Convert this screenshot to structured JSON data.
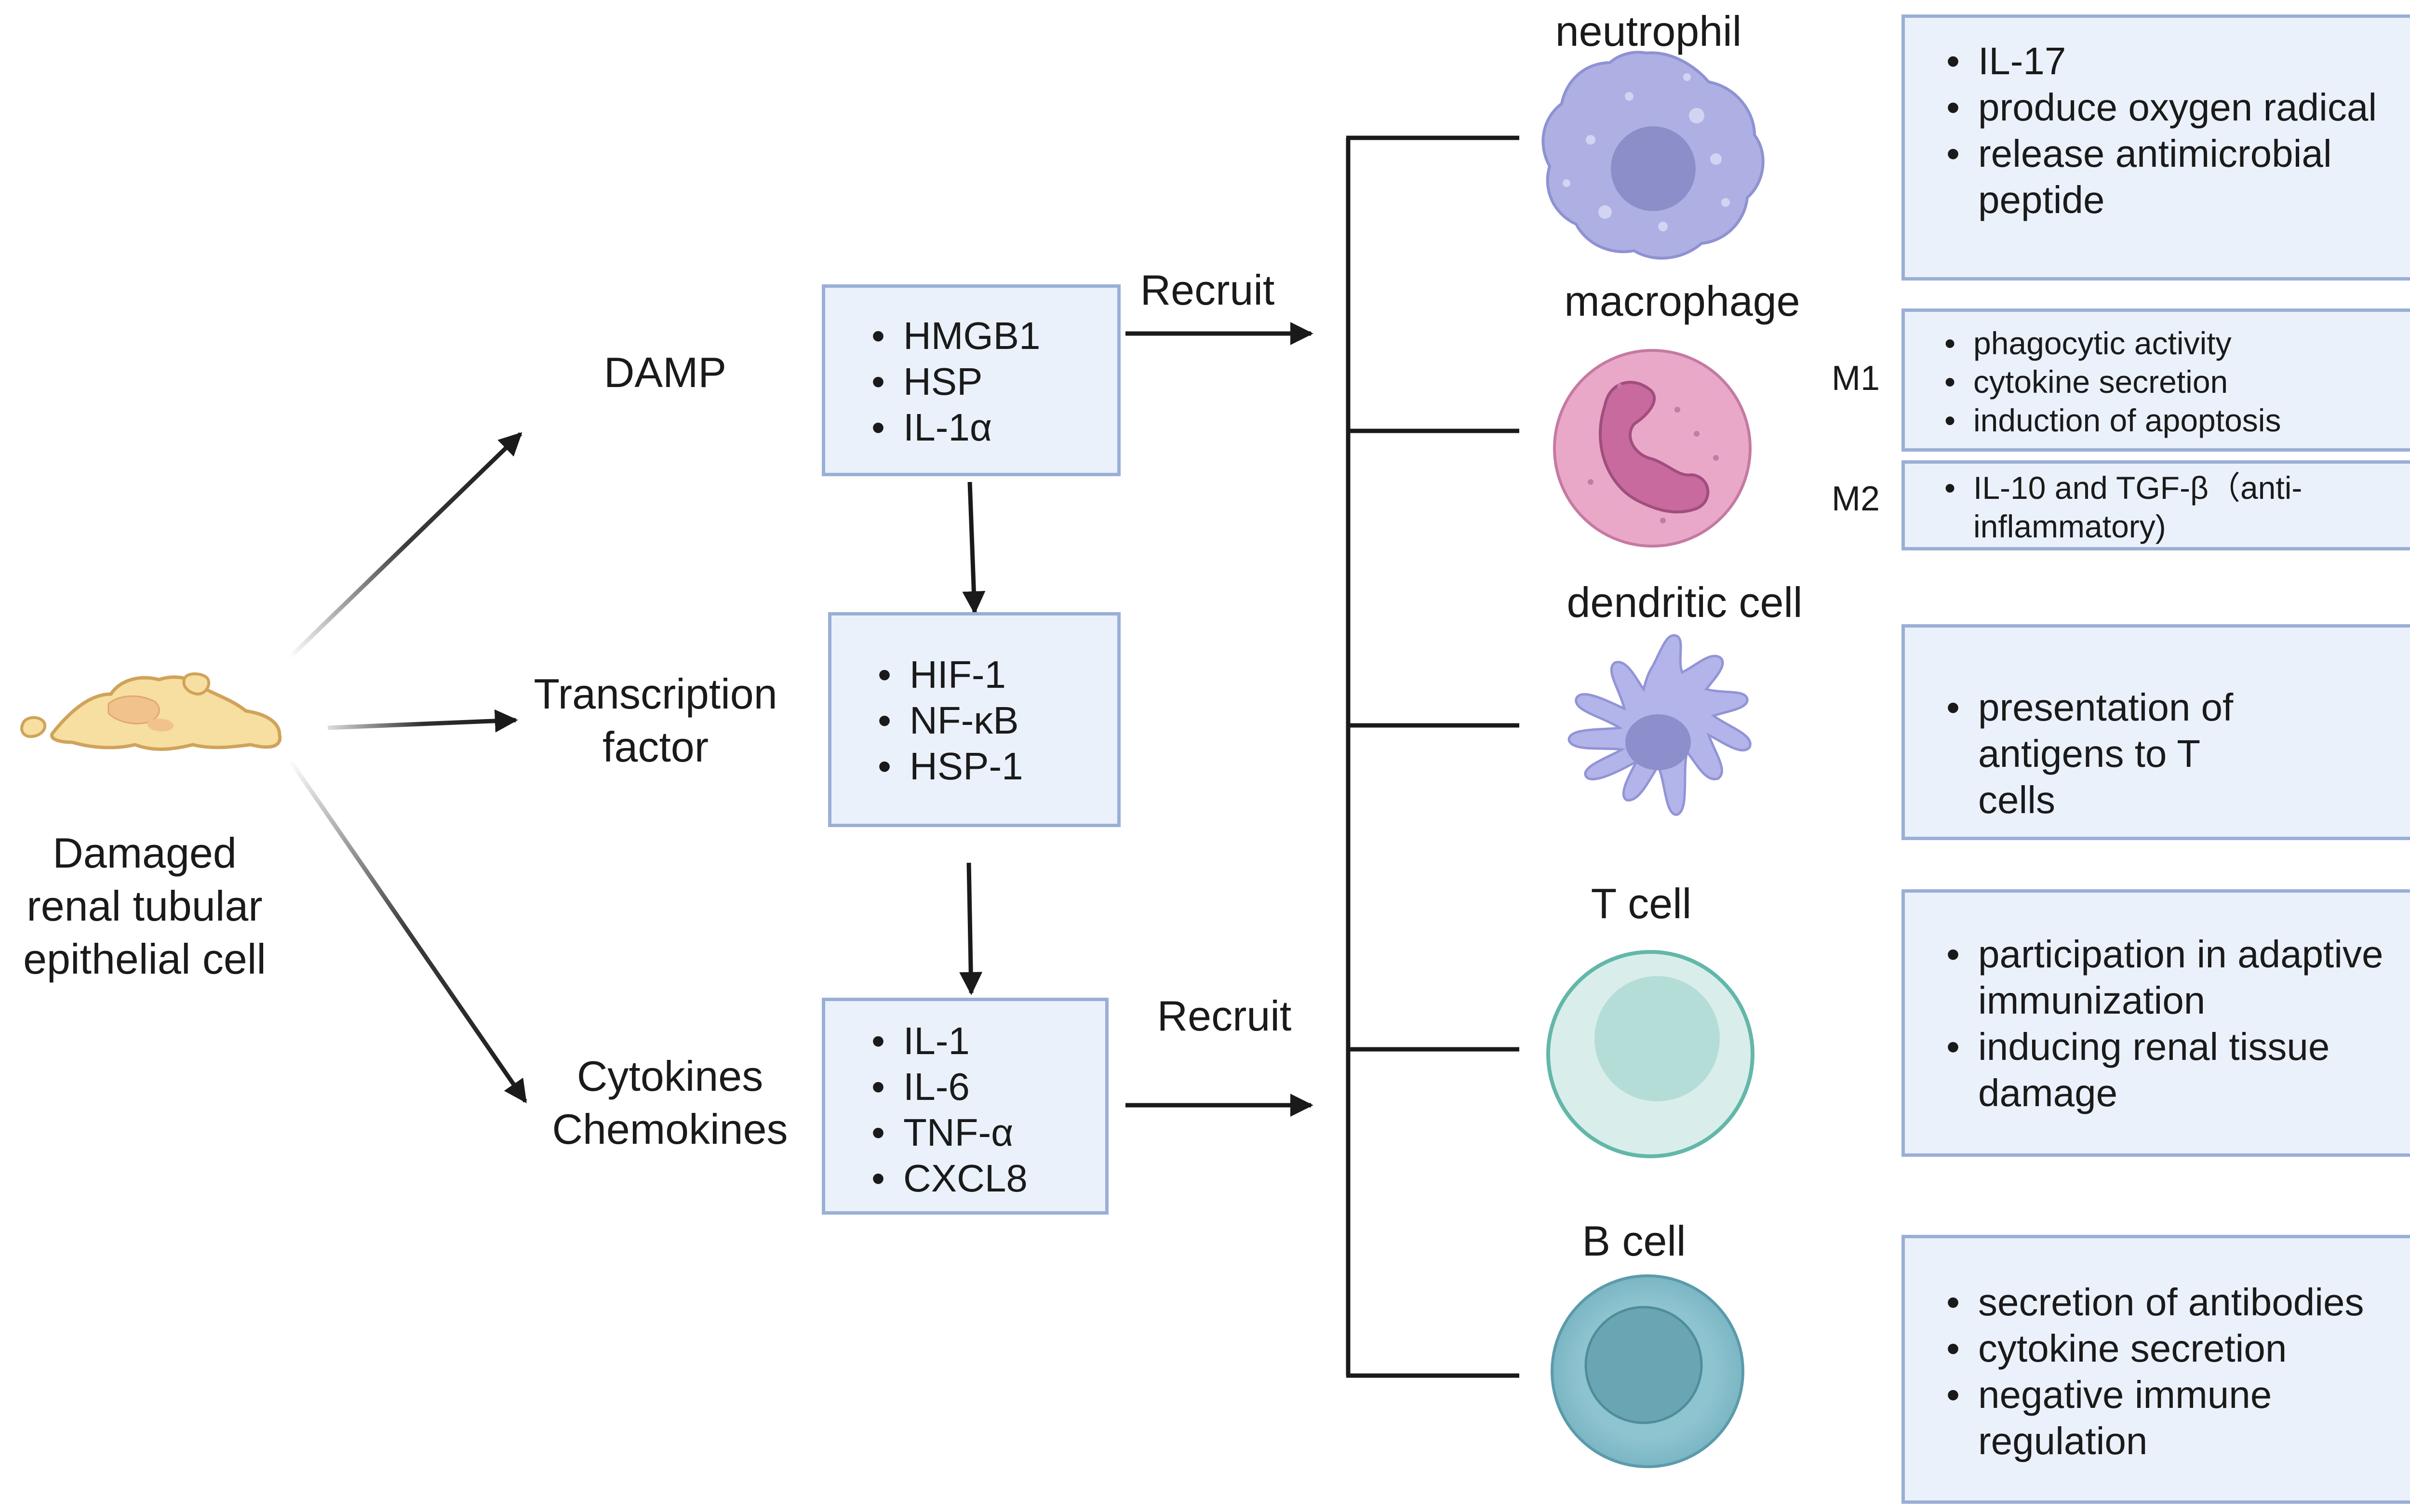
{
  "source": {
    "label": "Damaged renal tubular epithelial cell"
  },
  "categories": {
    "damp": "DAMP",
    "transcription_factor": "Transcription factor",
    "cytokines": "Cytokines Chemokines"
  },
  "boxes": {
    "damp_items": [
      "HMGB1",
      "HSP",
      "IL-1α"
    ],
    "tf_items": [
      "HIF-1",
      "NF-κB",
      "HSP-1"
    ],
    "cytokine_items": [
      "IL-1",
      "IL-6",
      "TNF-α",
      "CXCL8"
    ]
  },
  "recruit_label_top": "Recruit",
  "recruit_label_bottom": "Recruit",
  "cells": [
    {
      "name": "neutrophil",
      "functions": [
        "IL-17",
        "produce oxygen radical",
        "release antimicrobial peptide"
      ]
    },
    {
      "name": "macrophage",
      "m1_label": "M1",
      "m1_functions": [
        "phagocytic activity",
        "cytokine secretion",
        "induction of apoptosis"
      ],
      "m2_label": "M2",
      "m2_functions": [
        "IL-10 and TGF-β（anti-inflammatory)"
      ]
    },
    {
      "name": "dendritic cell",
      "functions": [
        "presentation of antigens to T cells"
      ]
    },
    {
      "name": "T cell",
      "functions": [
        "participation in adaptive immunization",
        "inducing renal tissue damage"
      ]
    },
    {
      "name": "B cell",
      "functions": [
        "secretion of  antibodies",
        "cytokine secretion",
        "negative immune regulation"
      ]
    }
  ],
  "colors": {
    "box_fill": "#eaf1fb",
    "box_border": "#9aafd6",
    "arrow": "#1a1a1a",
    "neutrophil": "#aeb0e3",
    "macrophage": "#eaa8c8",
    "dendritic": "#b2b4ea",
    "t_cell": "#d9eeeb",
    "b_cell": "#8ec4d0",
    "epithelial": "#f6dfa0"
  }
}
